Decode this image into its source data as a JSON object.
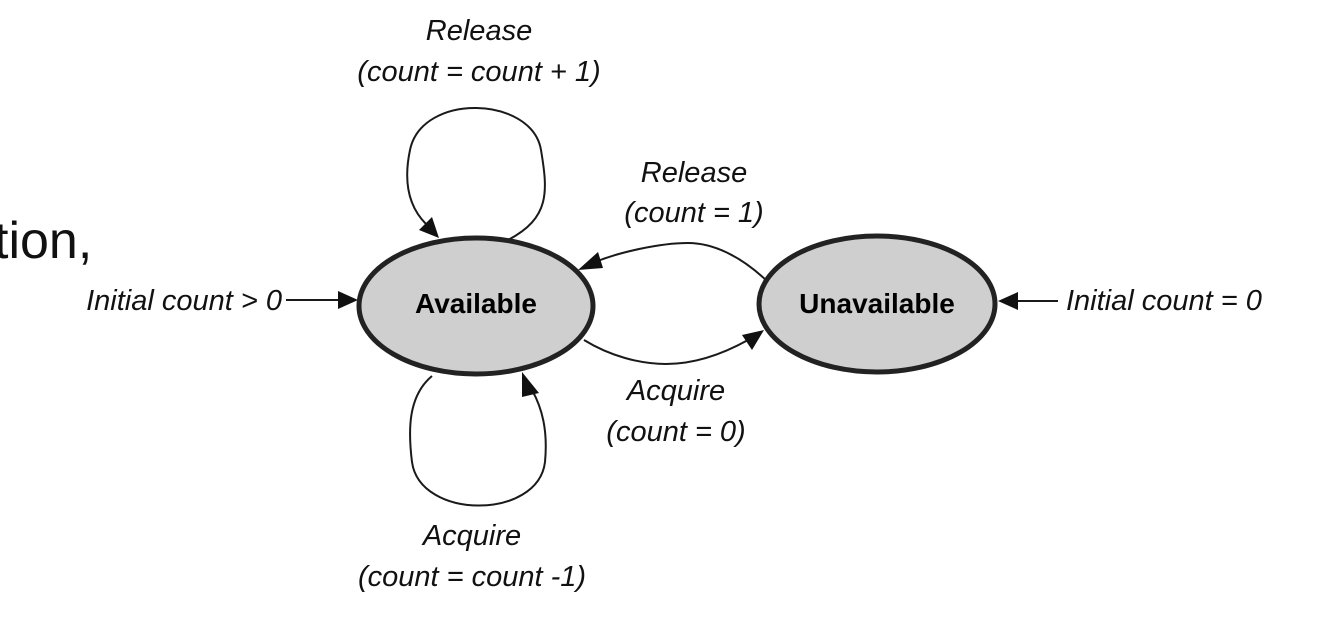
{
  "background_fragment": "tion,",
  "states": {
    "available": "Available",
    "unavailable": "Unavailable"
  },
  "initial": {
    "available": "Initial count > 0",
    "unavailable": "Initial count = 0"
  },
  "transitions": {
    "self_release": {
      "action": "Release",
      "effect": "(count =  count + 1)"
    },
    "self_acquire": {
      "action": "Acquire",
      "effect": "(count = count -1)"
    },
    "release_to_available": {
      "action": "Release",
      "effect": "(count = 1)"
    },
    "acquire_to_unavailable": {
      "action": "Acquire",
      "effect": "(count = 0)"
    }
  },
  "colors": {
    "state_fill": "#cfcfcf",
    "stroke": "#222222"
  }
}
